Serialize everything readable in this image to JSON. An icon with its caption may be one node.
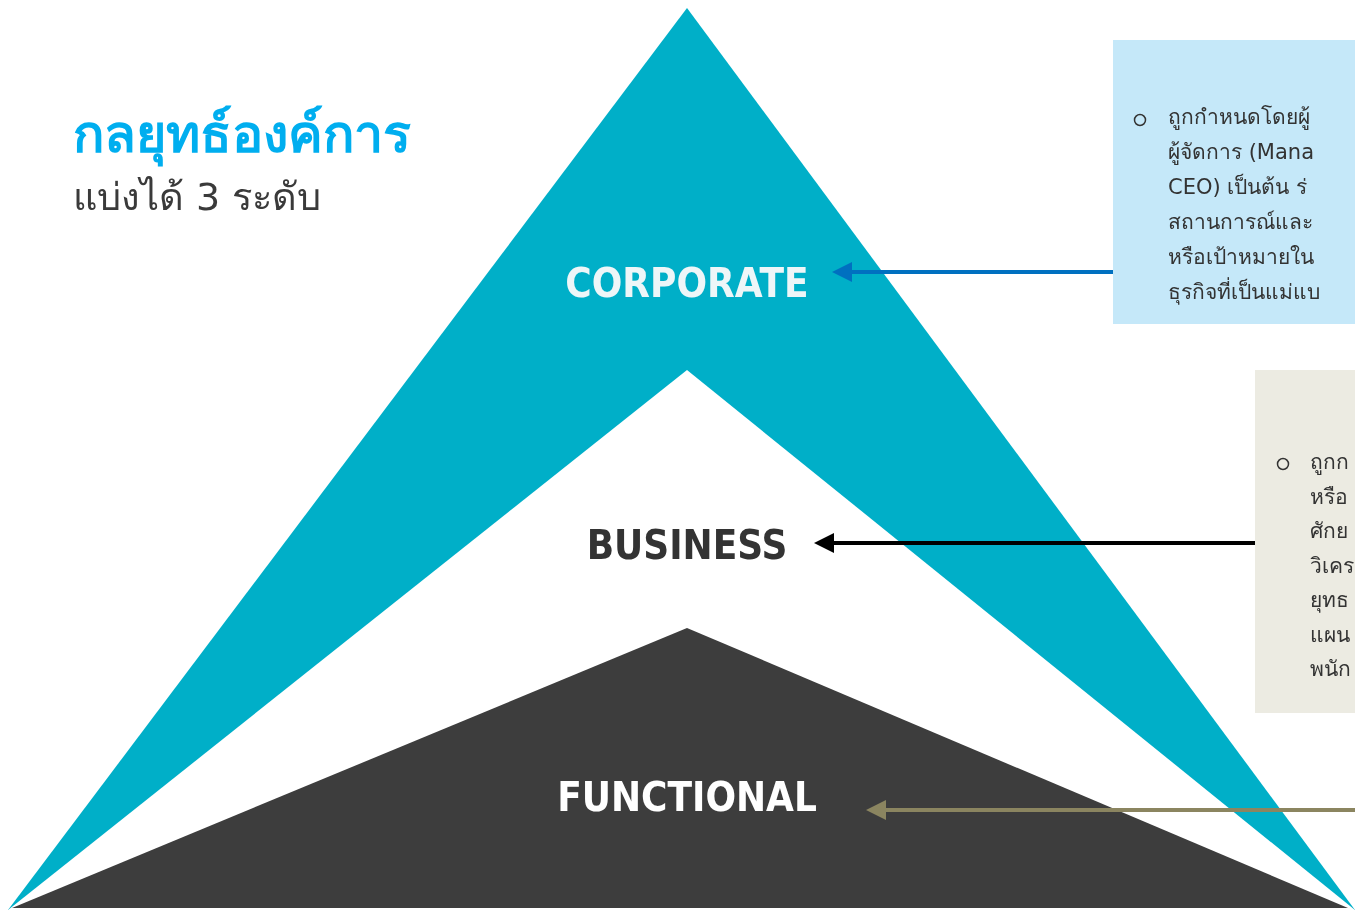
{
  "diagram": {
    "title": "กลยุทธ์องค์การ",
    "nodes": [
      {
        "text": [
          "CORPORATE"
        ]
      },
      {
        "text": [
          "BUSINESS"
        ],
        "in": 0
      },
      {
        "text": [
          "FUNCTIONAL"
        ],
        "in": 1
      },
      {
        "text": [
          "ถูกกำหนดโดยผู้",
          "ผู้จัดการ (Mana",
          "CEO) เป็นต้น ร่",
          "สถานการณ์และ",
          "หรือเป้าหมายใน",
          "ธุรกิจที่เป็นแม่แบ"
        ]
      },
      {
        "text": [
          "ถูกก",
          "หรือ",
          "ศักย",
          "วิเคร",
          "ยุทธ",
          "แผน",
          "พนัก"
        ]
      }
    ],
    "edges": [
      {
        "from": 3,
        "to": 0,
        "arrow": "to",
        "color": "#0070c0"
      },
      {
        "from": 4,
        "to": 1,
        "arrow": "to",
        "color": "#000000"
      },
      {
        "from": null,
        "to": 2,
        "arrow": "to",
        "color": "#8b8560"
      }
    ],
    "labels": [
      "แบ่งได้ 3 ระดับ"
    ]
  }
}
